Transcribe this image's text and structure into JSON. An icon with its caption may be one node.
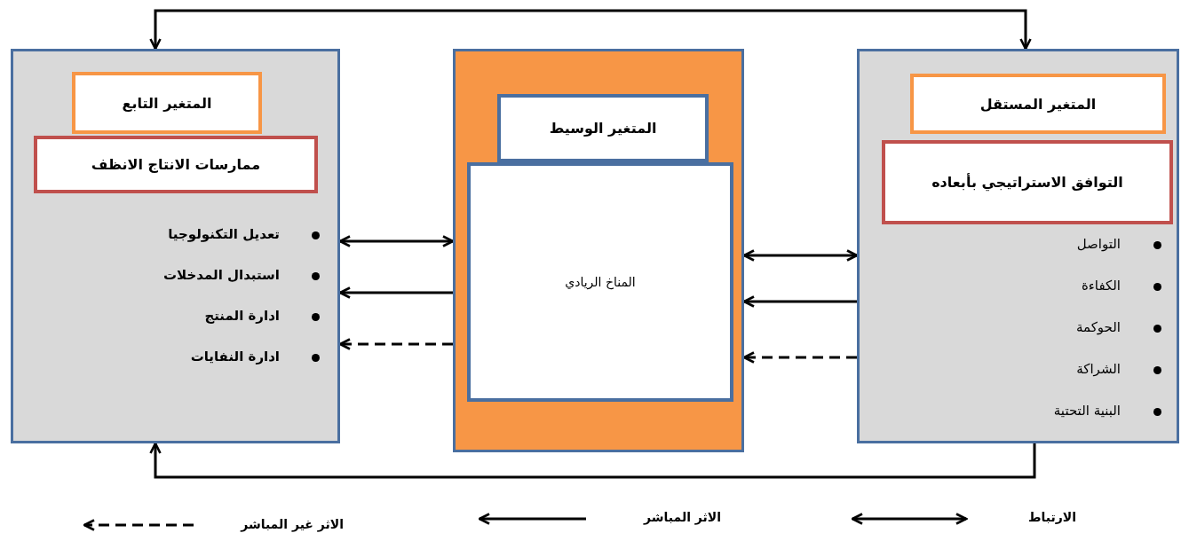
{
  "diagram": {
    "nodes": [
      {
        "text": [
          "تعديل التكنولوجيا",
          "استبدال المدخلات",
          "ادارة المنتج",
          "ادارة النفايات"
        ]
      },
      {
        "text": [
          "المتغير التابع"
        ],
        "in": 0
      },
      {
        "text": [
          "ممارسات الانتاج الانظف"
        ],
        "in": 0
      },
      {
        "text": [],
        "shape": "box"
      },
      {
        "text": [
          "المتغير الوسيط"
        ],
        "in": 3
      },
      {
        "text": [
          "المناخ الريادي"
        ],
        "in": 3
      },
      {
        "text": [
          "التواصل",
          "الكفاءة",
          "الحوكمة",
          "الشراكة",
          "البنية التحتية"
        ]
      },
      {
        "text": [
          "المتغير المستقل"
        ],
        "in": 6
      },
      {
        "text": [
          "التوافق الاستراتيجي بأبعاده"
        ],
        "in": 6
      }
    ],
    "edges": [
      {
        "from": 0,
        "to": 6,
        "arrow": "both"
      },
      {
        "from": 6,
        "to": 0,
        "arrow": "to"
      },
      {
        "from": 0,
        "to": 3,
        "arrow": "both"
      },
      {
        "from": 3,
        "to": 0,
        "arrow": "to"
      },
      {
        "from": 3,
        "to": 0,
        "arrow": "to",
        "style": "dashed"
      },
      {
        "from": 3,
        "to": 6,
        "arrow": "both"
      },
      {
        "from": 6,
        "to": 3,
        "arrow": "to"
      },
      {
        "from": 6,
        "to": 3,
        "arrow": "to",
        "style": "dashed"
      }
    ],
    "legend": [
      {
        "text": "الارتباط"
      },
      {
        "text": "الاثر المباشر"
      },
      {
        "text": "الاثر غير المباشر"
      }
    ]
  }
}
